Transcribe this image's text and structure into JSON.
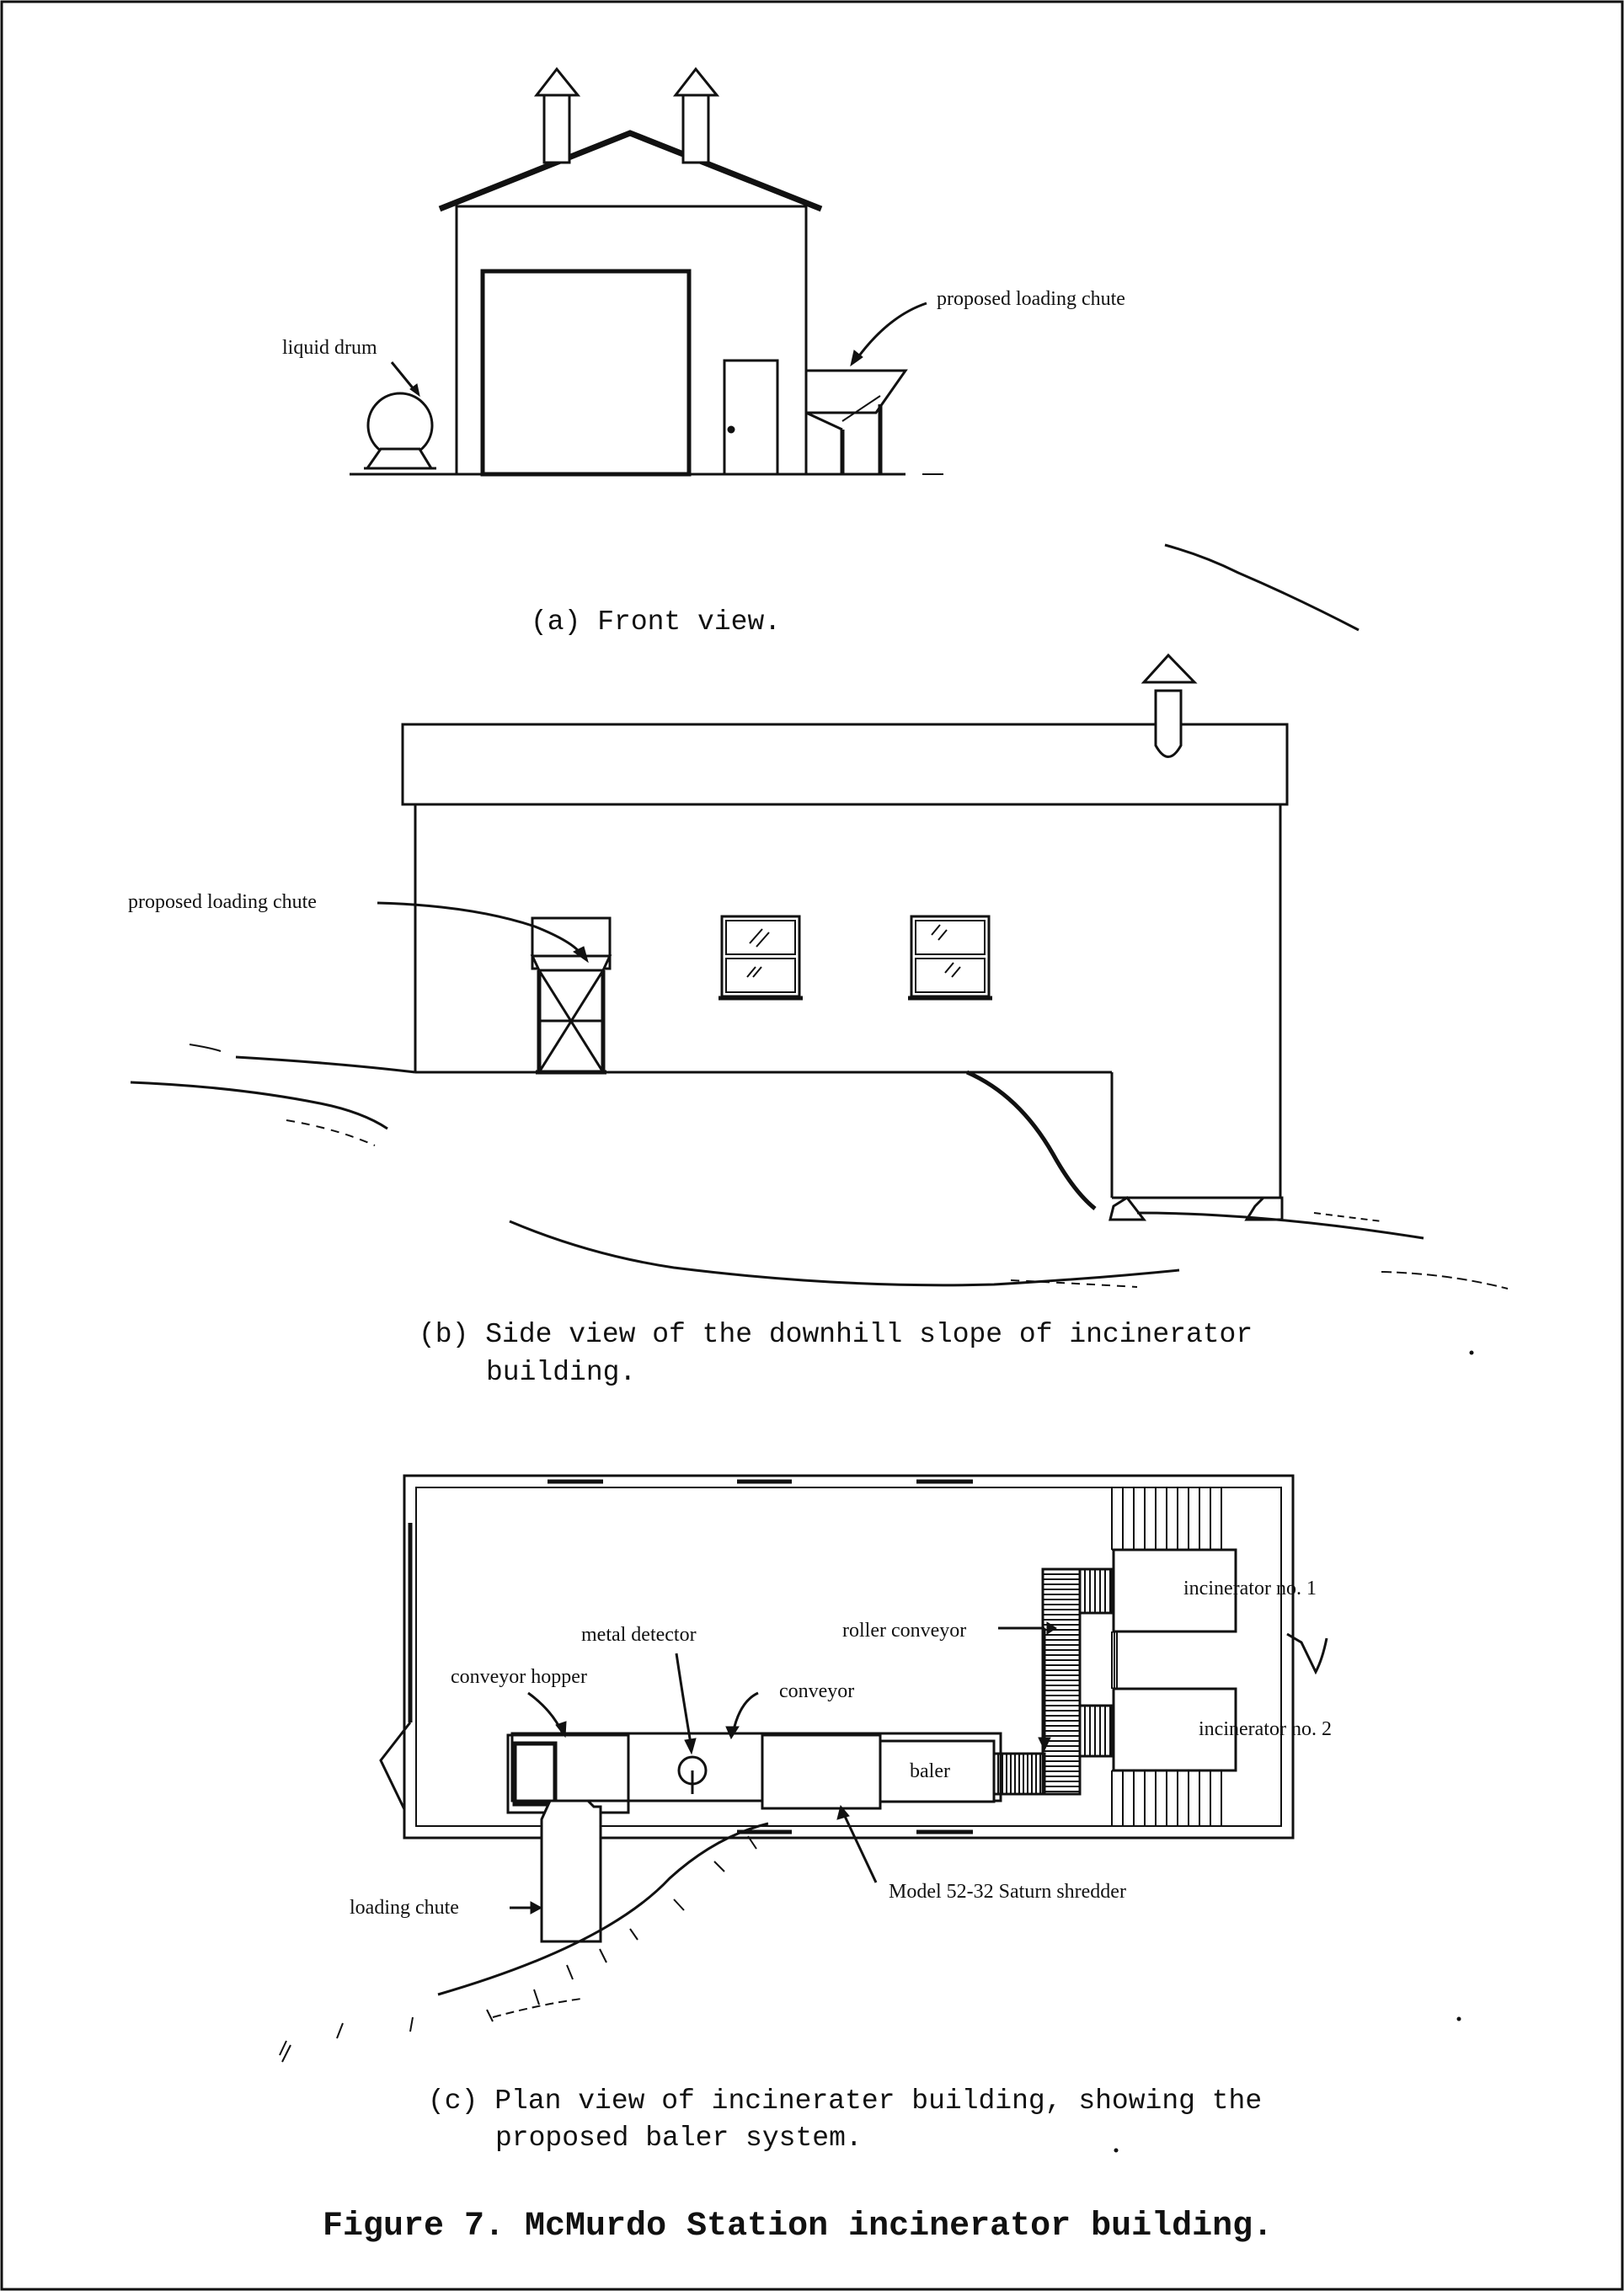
{
  "front_view": {
    "caption": "(a) Front view.",
    "labels": {
      "liquid_drum": "liquid drum",
      "proposed_loading_chute": "proposed loading chute"
    }
  },
  "side_view": {
    "caption_line1": "(b) Side view of the downhill slope of incinerator",
    "caption_line2": "building.",
    "labels": {
      "proposed_loading_chute": "proposed loading chute"
    }
  },
  "plan_view": {
    "caption_line1": "(c) Plan view of incinerater building, showing the",
    "caption_line2": "proposed baler system.",
    "labels": {
      "metal_detector": "metal detector",
      "roller_conveyor": "roller conveyor",
      "conveyor_hopper": "conveyor hopper",
      "conveyor": "conveyor",
      "baler": "baler",
      "incinerator_1": "incinerator no. 1",
      "incinerator_2": "incinerator no. 2",
      "loading_chute": "loading chute",
      "shredder": "Model 52-32 Saturn shredder"
    }
  },
  "figure_caption": "Figure 7.  McMurdo Station incinerator building."
}
